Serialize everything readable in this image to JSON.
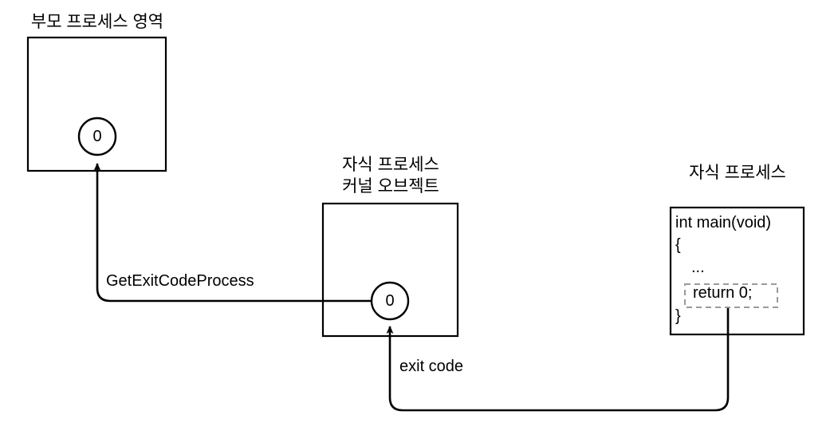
{
  "diagram": {
    "title_parent_region": "부모 프로세스 영역",
    "title_child_kernel_object_line1": "자식 프로세스",
    "title_child_kernel_object_line2": "커널 오브젝트",
    "title_child_process": "자식 프로세스",
    "parent_exit_value": "0",
    "kernel_exit_value": "0",
    "edge_label_get_exit_code": "GetExitCodeProcess",
    "edge_label_exit_code": "exit code",
    "code": {
      "line1": "int main(void)",
      "line2": "{",
      "line3": "...",
      "line4": "return 0;",
      "line5": "}"
    },
    "colors": {
      "stroke": "#000000",
      "background": "#ffffff",
      "dashed_highlight": "#9a9a9a",
      "text": "#000000"
    }
  }
}
